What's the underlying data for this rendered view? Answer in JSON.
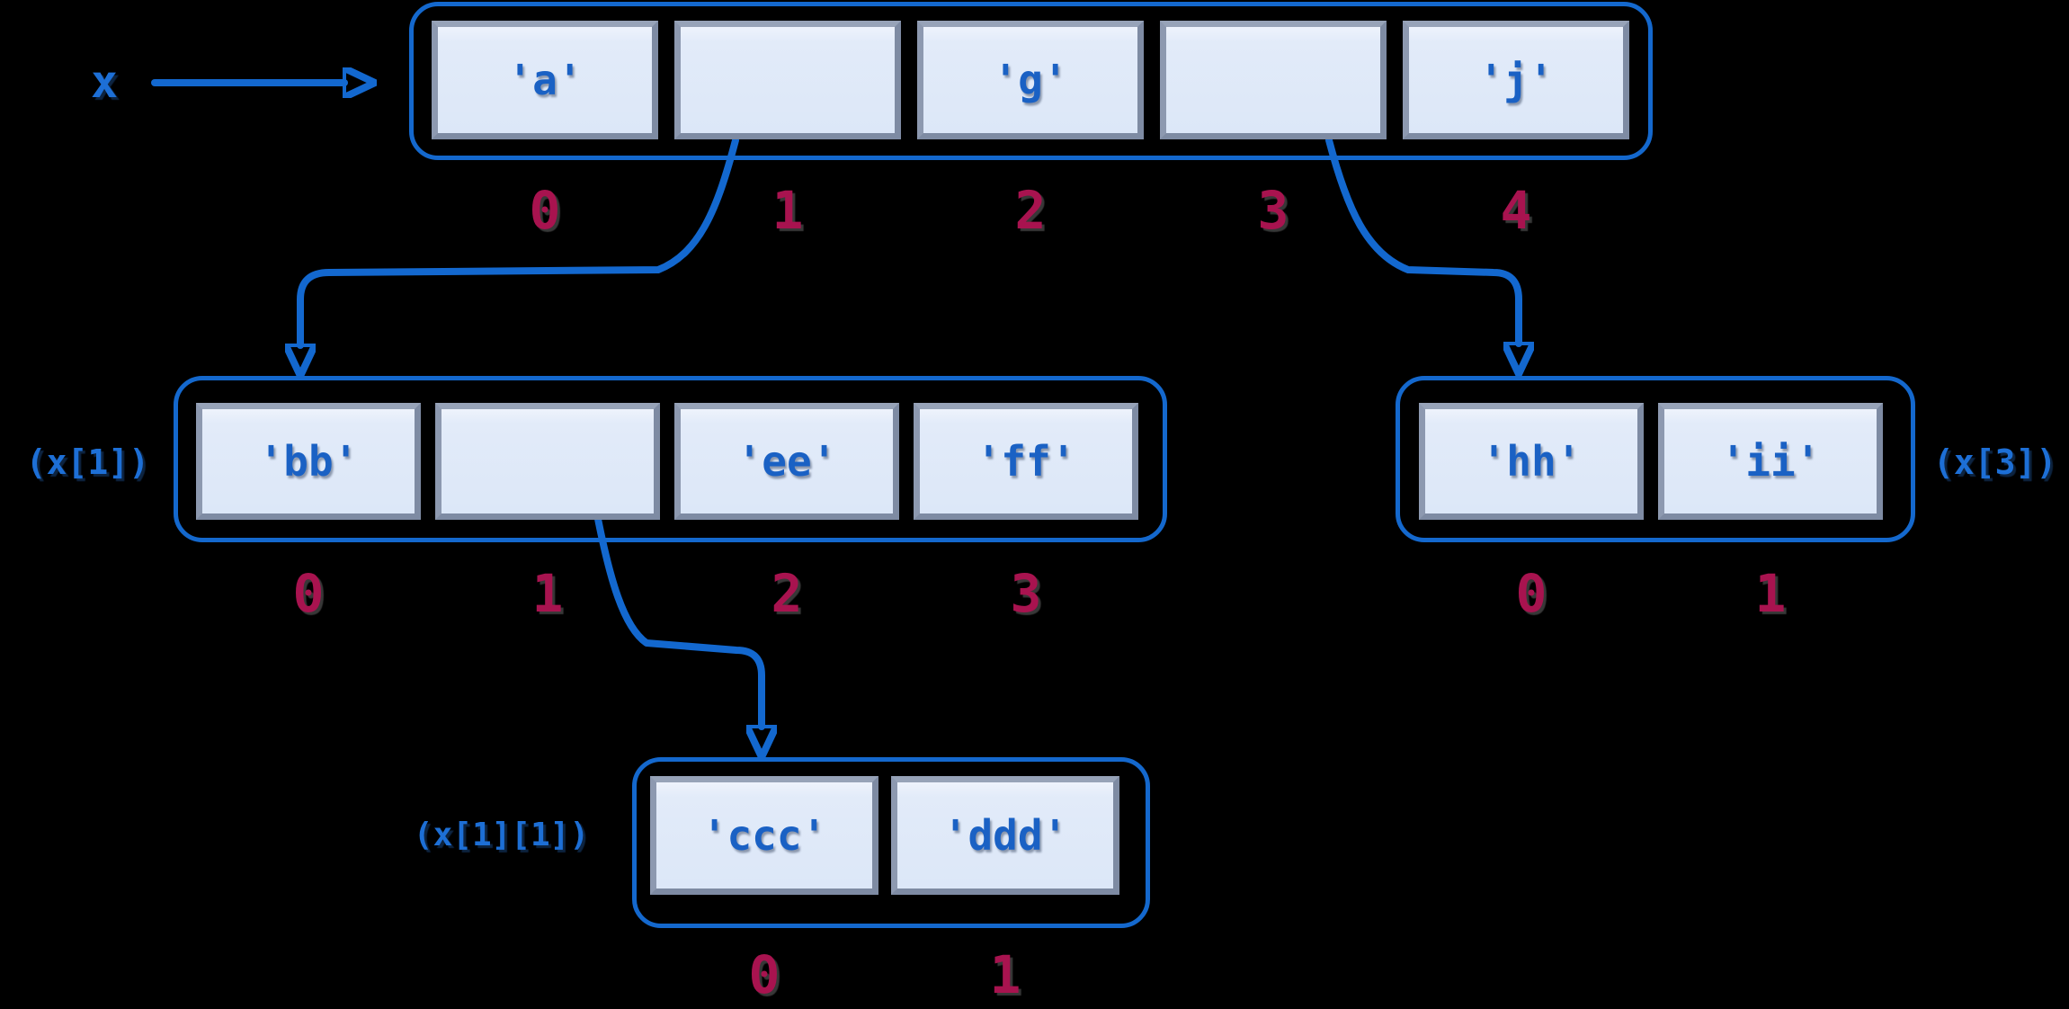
{
  "diagram": {
    "variable_label": "x",
    "colors": {
      "background": "#000000",
      "list_outline": "#1468cd",
      "arrow": "#1368cf",
      "cell_fill": "#dce7f8",
      "cell_border": "#7e8ba3",
      "value_text": "#1a61c4",
      "index_text": "#a8134f",
      "label_text": "#1d6fd6"
    },
    "lists": {
      "top": {
        "cells": [
          {
            "value": "'a'",
            "index": "0"
          },
          {
            "value": "",
            "index": "1"
          },
          {
            "value": "'g'",
            "index": "2"
          },
          {
            "value": "",
            "index": "3"
          },
          {
            "value": "'j'",
            "index": "4"
          }
        ]
      },
      "x1": {
        "label": "(x[1])",
        "cells": [
          {
            "value": "'bb'",
            "index": "0"
          },
          {
            "value": "",
            "index": "1"
          },
          {
            "value": "'ee'",
            "index": "2"
          },
          {
            "value": "'ff'",
            "index": "3"
          }
        ]
      },
      "x3": {
        "label": "(x[3])",
        "cells": [
          {
            "value": "'hh'",
            "index": "0"
          },
          {
            "value": "'ii'",
            "index": "1"
          }
        ]
      },
      "x11": {
        "label": "(x[1][1])",
        "cells": [
          {
            "value": "'ccc'",
            "index": "0"
          },
          {
            "value": "'ddd'",
            "index": "1"
          }
        ]
      }
    },
    "pointers": [
      {
        "from": "x",
        "to": "top list"
      },
      {
        "from": "x[1]",
        "to": "(x[1]) list"
      },
      {
        "from": "x[3]",
        "to": "(x[3]) list"
      },
      {
        "from": "x[1][1]",
        "to": "(x[1][1]) list"
      }
    ]
  }
}
